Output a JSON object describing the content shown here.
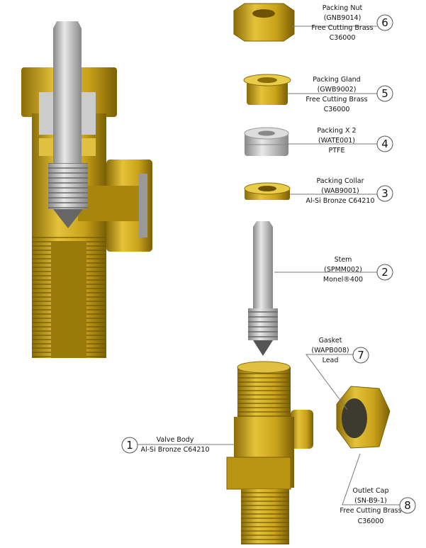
{
  "parts": [
    {
      "number": "1",
      "lines": [
        "Valve Body",
        "Al-Si Bronze C64210"
      ]
    },
    {
      "number": "2",
      "lines": [
        "Stem",
        "(SPMM002)",
        "Monel®400"
      ]
    },
    {
      "number": "3",
      "lines": [
        "Packing Collar",
        "(WAB9001)",
        "Al-Si Bronze C64210"
      ]
    },
    {
      "number": "4",
      "lines": [
        "Packing  X 2",
        "(WATE001)",
        "PTFE"
      ]
    },
    {
      "number": "5",
      "lines": [
        "Packing Gland",
        "(GWB9002)",
        "Free Cutting Brass",
        "C36000"
      ]
    },
    {
      "number": "6",
      "lines": [
        "Packing Nut",
        "(GNB9014)",
        "Free Cutting Brass",
        "C36000"
      ]
    },
    {
      "number": "7",
      "lines": [
        "Gasket",
        "(WAPB008)",
        "Lead"
      ]
    },
    {
      "number": "8",
      "lines": [
        "Outlet Cap",
        "(SN-B9-1)",
        "Free Cutting Brass",
        "C36000"
      ]
    }
  ],
  "colors": {
    "brass": "#c9a21a",
    "brass_dark": "#8a6d08",
    "steel": "#b8b8b8"
  }
}
